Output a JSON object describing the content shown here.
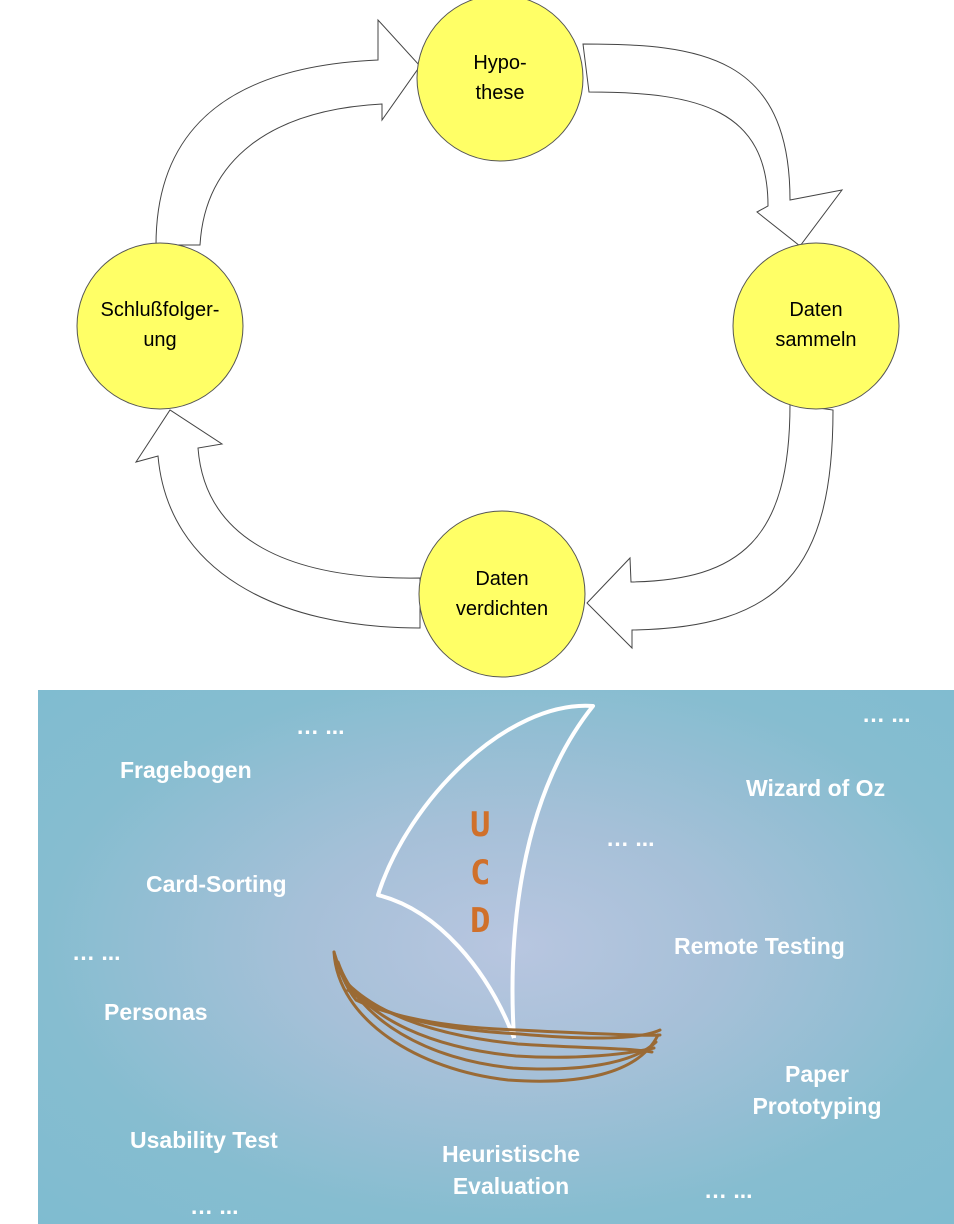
{
  "cycle": {
    "nodes": [
      {
        "id": "hypothese",
        "lines": [
          "Hypo-",
          "these"
        ]
      },
      {
        "id": "daten-sammeln",
        "lines": [
          "Daten",
          "sammeln"
        ]
      },
      {
        "id": "daten-verdichten",
        "lines": [
          "Daten",
          "verdichten"
        ]
      },
      {
        "id": "schlussfolgerung",
        "lines": [
          "Schlußfolger-",
          "ung"
        ]
      }
    ],
    "colors": {
      "node_fill": "#ffff66",
      "node_stroke": "#555555",
      "arrow_stroke": "#444444",
      "arrow_fill": "#ffffff"
    }
  },
  "ucd": {
    "sail_letters": [
      "U",
      "C",
      "D"
    ],
    "methods": {
      "fragebogen": "Fragebogen",
      "card_sorting": "Card-Sorting",
      "personas": "Personas",
      "usability_test": "Usability Test",
      "heuristische_line1": "Heuristische",
      "heuristische_line2": "Evaluation",
      "wizard_of_oz": "Wizard of Oz",
      "remote_testing": "Remote Testing",
      "paper_line1": "Paper",
      "paper_line2": "Prototyping",
      "ellipsis": "… ..."
    },
    "colors": {
      "sail": "#ffffff",
      "letters": "#d0702a",
      "boat": "#9a6a35",
      "text": "#ffffff"
    }
  }
}
